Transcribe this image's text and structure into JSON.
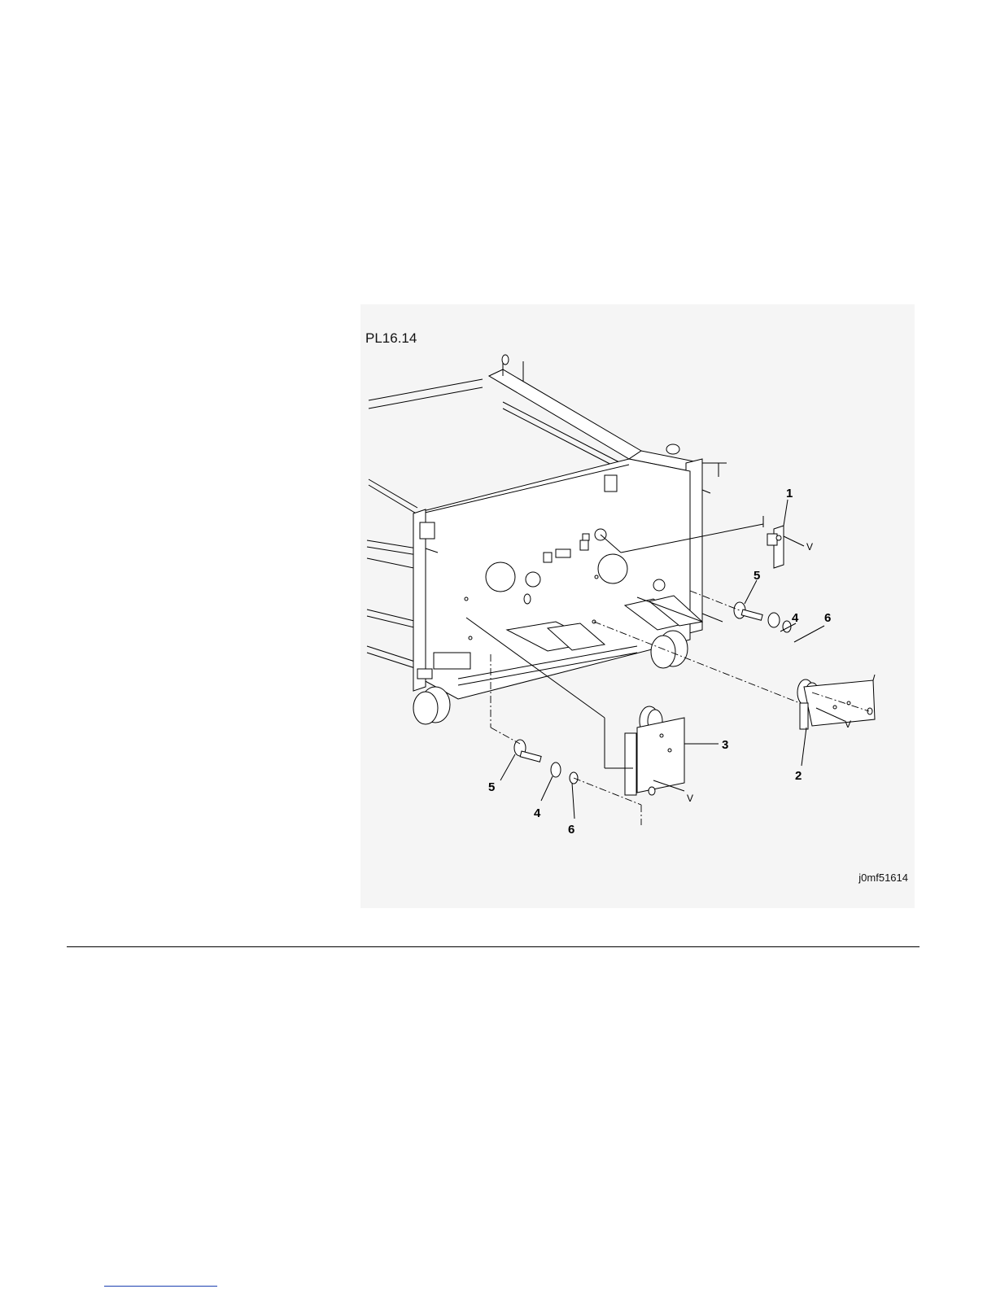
{
  "figure": {
    "title": "PL16.14",
    "image_id": "j0mf51614",
    "callouts": [
      {
        "key": "c1",
        "label": "1"
      },
      {
        "key": "c2",
        "label": "2"
      },
      {
        "key": "c3",
        "label": "3"
      },
      {
        "key": "c4a",
        "label": "4"
      },
      {
        "key": "c4b",
        "label": "4"
      },
      {
        "key": "c5a",
        "label": "5"
      },
      {
        "key": "c5b",
        "label": "5"
      },
      {
        "key": "c6a",
        "label": "6"
      },
      {
        "key": "c6b",
        "label": "6"
      }
    ],
    "screw_marks": [
      "V",
      "V",
      "V"
    ]
  }
}
